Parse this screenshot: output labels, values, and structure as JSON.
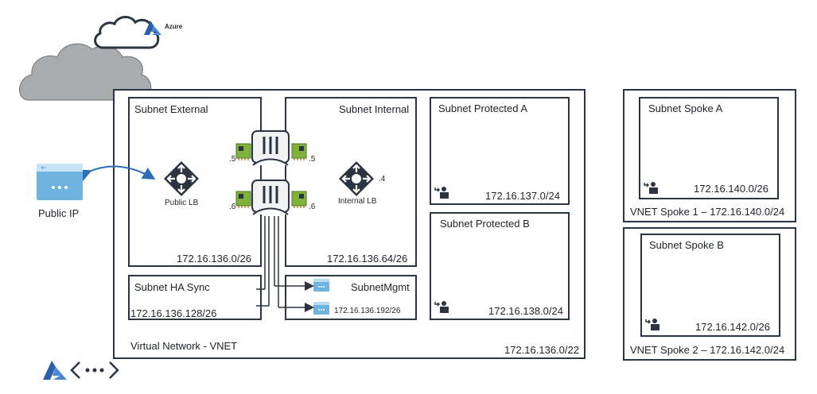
{
  "cloud": {
    "brand": "Azure"
  },
  "vnet": {
    "name": "Virtual Network - VNET",
    "cidr": "172.16.136.0/22"
  },
  "public_ip": {
    "label": "Public IP"
  },
  "subnets": {
    "external": {
      "title": "Subnet External",
      "cidr": "172.16.136.0/26",
      "lb_label": "Public LB",
      "nic_top": ".5",
      "nic_bottom": ".6"
    },
    "internal": {
      "title": "Subnet Internal",
      "cidr": "172.16.136.64/26",
      "lb_label": "Internal LB",
      "lb_ip": ".4",
      "nic_top": ".5",
      "nic_bottom": ".6"
    },
    "ha_sync": {
      "title": "Subnet HA Sync",
      "cidr": "172.16.136.128/26"
    },
    "mgmt": {
      "title": "SubnetMgmt",
      "cidr": "172.16.136.192/26"
    },
    "protected_a": {
      "title": "Subnet Protected A",
      "cidr": "172.16.137.0/24"
    },
    "protected_b": {
      "title": "Subnet Protected B",
      "cidr": "172.16.138.0/24"
    }
  },
  "spokes": {
    "spoke1": {
      "subnet_title": "Subnet Spoke A",
      "subnet_cidr": "172.16.140.0/26",
      "vnet_label": "VNET Spoke 1 – 172.16.140.0/24"
    },
    "spoke2": {
      "subnet_title": "Subnet Spoke B",
      "subnet_cidr": "172.16.142.0/26",
      "vnet_label": "VNET Spoke 2 – 172.16.142.0/24"
    }
  },
  "colors": {
    "border": "#2b3440",
    "cloud_fill": "#a9abad",
    "azure_blue": "#2b5fa8",
    "public_ip_blue": "#6fb4e0",
    "arrow_blue": "#2f6db5",
    "nic_green": "#7fb23a"
  }
}
